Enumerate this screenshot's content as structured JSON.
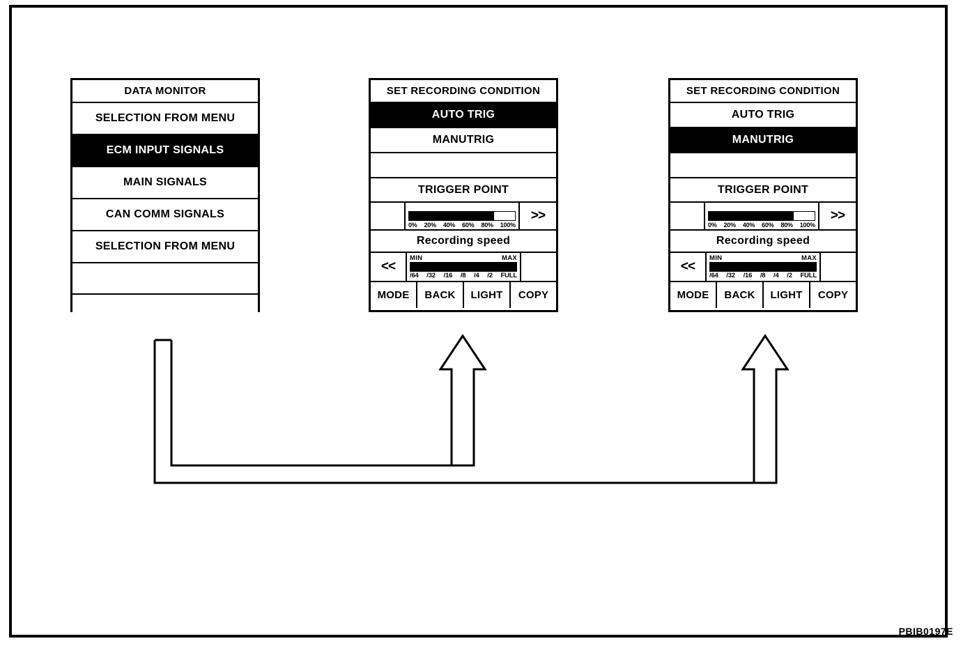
{
  "figure": {
    "id_label": "PBIB0197E",
    "frame_color": "#000000",
    "background_color": "#FFFFFF"
  },
  "panels": [
    {
      "name": "data-monitor-menu",
      "title": "DATA MONITOR",
      "rows": [
        {
          "label": "SELECTION FROM MENU",
          "selected": false
        },
        {
          "label": "ECM INPUT SIGNALS",
          "selected": true
        },
        {
          "label": "MAIN SIGNALS",
          "selected": false
        },
        {
          "label": "CAN COMM SIGNALS",
          "selected": false
        },
        {
          "label": "SELECTION FROM MENU",
          "selected": false
        },
        {
          "label": "",
          "selected": false
        },
        {
          "label": "",
          "selected": false
        }
      ]
    },
    {
      "name": "set-recording-condition-auto",
      "title": "SET RECORDING CONDITION",
      "trigger_options": [
        {
          "label": "AUTO TRIG",
          "selected": true
        },
        {
          "label": "MANUTRIG",
          "selected": false
        }
      ],
      "blank_row": "",
      "trigger_point": {
        "label": "TRIGGER POINT",
        "fill_percent": 80,
        "ticks": [
          "0%",
          "20%",
          "40%",
          "60%",
          "80%",
          "100%"
        ],
        "next_label": ">>"
      },
      "recording_speed": {
        "label": "Recording speed",
        "prev_label": "<<",
        "min_label": "MIN",
        "max_label": "MAX",
        "fill_percent": 100,
        "ticks": [
          "/64",
          "/32",
          "/16",
          "/8",
          "/4",
          "/2",
          "FULL"
        ]
      },
      "softkeys": [
        "MODE",
        "BACK",
        "LIGHT",
        "COPY"
      ]
    },
    {
      "name": "set-recording-condition-manu",
      "title": "SET RECORDING CONDITION",
      "trigger_options": [
        {
          "label": "AUTO TRIG",
          "selected": false
        },
        {
          "label": "MANUTRIG",
          "selected": true
        }
      ],
      "blank_row": "",
      "trigger_point": {
        "label": "TRIGGER POINT",
        "fill_percent": 80,
        "ticks": [
          "0%",
          "20%",
          "40%",
          "60%",
          "80%",
          "100%"
        ],
        "next_label": ">>"
      },
      "recording_speed": {
        "label": "Recording speed",
        "prev_label": "<<",
        "min_label": "MIN",
        "max_label": "MAX",
        "fill_percent": 100,
        "ticks": [
          "/64",
          "/32",
          "/16",
          "/8",
          "/4",
          "/2",
          "FULL"
        ]
      },
      "softkeys": [
        "MODE",
        "BACK",
        "LIGHT",
        "COPY"
      ]
    }
  ],
  "connectors": [
    {
      "name": "inner-flow-arrow",
      "from": "data-monitor-menu",
      "to": "set-recording-condition-auto"
    },
    {
      "name": "outer-flow-arrow",
      "from": "data-monitor-menu",
      "to": "set-recording-condition-manu"
    }
  ]
}
